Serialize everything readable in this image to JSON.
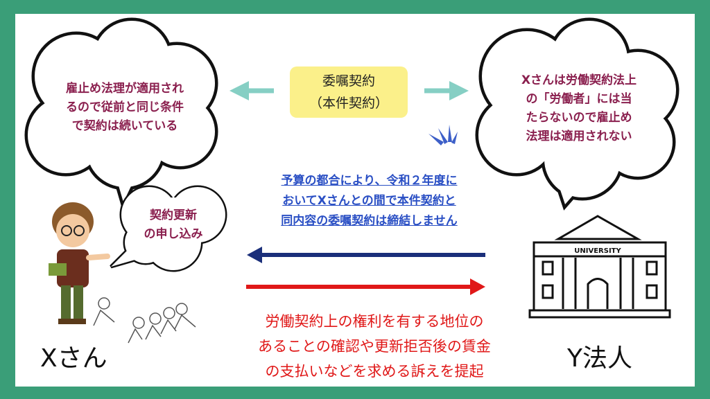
{
  "left_bubble": {
    "lines": [
      "雇止め法理が適用され",
      "るので従前と同じ条件",
      "で契約は続いている"
    ]
  },
  "right_bubble": {
    "lines": [
      "Xさんは労働契約法上",
      "の「労働者」には当",
      "たらないので雇止め",
      "法理は適用されない"
    ]
  },
  "small_bubble": {
    "lines": [
      "契約更新",
      "の申し込み"
    ]
  },
  "contract_label": {
    "lines": [
      "委嘱契約",
      "（本件契約）"
    ]
  },
  "notice": {
    "lines": [
      "予算の都合により、令和２年度に",
      "おいてXさんとの間で本件契約と",
      "同内容の委嘱契約は締結しません"
    ]
  },
  "lawsuit": {
    "lines": [
      "労働契約上の権利を有する地位の",
      "あることの確認や更新拒否後の賃金",
      "の支払いなどを求める訴えを提起"
    ]
  },
  "party_x": "Xさん",
  "party_y": "Y法人",
  "building_sign": "UNIVERSITY",
  "colors": {
    "frame": "#3a9e78",
    "bubble_text": "#8a1f4e",
    "teal_arrow": "#86cfc4",
    "navy_arrow": "#1b2f7a",
    "red_arrow": "#e01818",
    "label_bg": "#fbf08a",
    "notice_text": "#2a4fc4"
  }
}
